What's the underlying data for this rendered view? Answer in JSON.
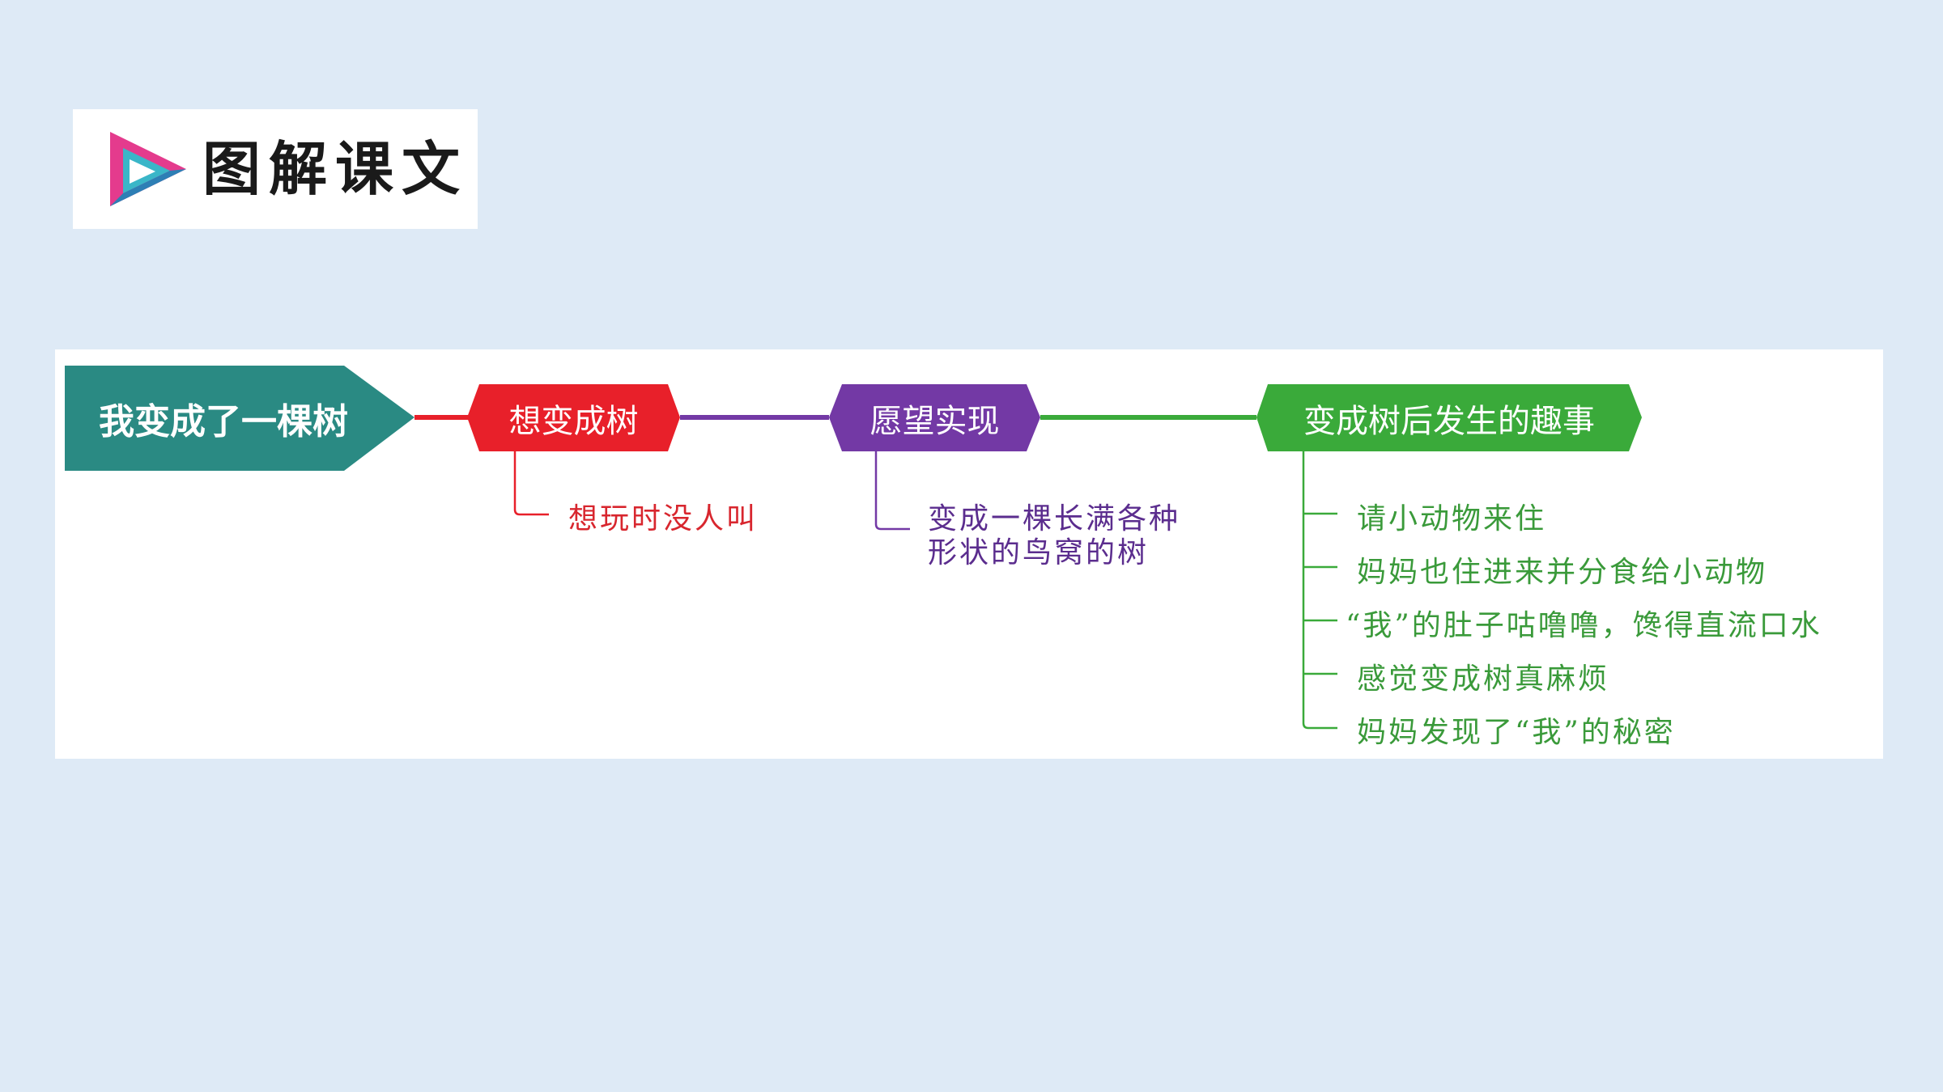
{
  "header": {
    "title": "图解课文",
    "icon": "play-triangle-icon"
  },
  "colors": {
    "background": "#deeaf6",
    "root": "#2a8a83",
    "branch1": "#e8202a",
    "branch2": "#7339a5",
    "branch3": "#3aaa3a",
    "leaf1_text": "#d8262e",
    "leaf2_text": "#5b2d8e",
    "leaf3_text": "#3a9a3a"
  },
  "mindmap": {
    "root": "我变成了一棵树",
    "branches": [
      {
        "label": "想变成树",
        "leaves": [
          "想玩时没人叫"
        ]
      },
      {
        "label": "愿望实现",
        "leaves": [
          "变成一棵长满各种",
          "形状的鸟窝的树"
        ]
      },
      {
        "label": "变成树后发生的趣事",
        "leaves": [
          "请小动物来住",
          "妈妈也住进来并分食给小动物",
          "“我”的肚子咕噜噜，馋得直流口水",
          "感觉变成树真麻烦",
          "妈妈发现了“我”的秘密"
        ]
      }
    ]
  }
}
